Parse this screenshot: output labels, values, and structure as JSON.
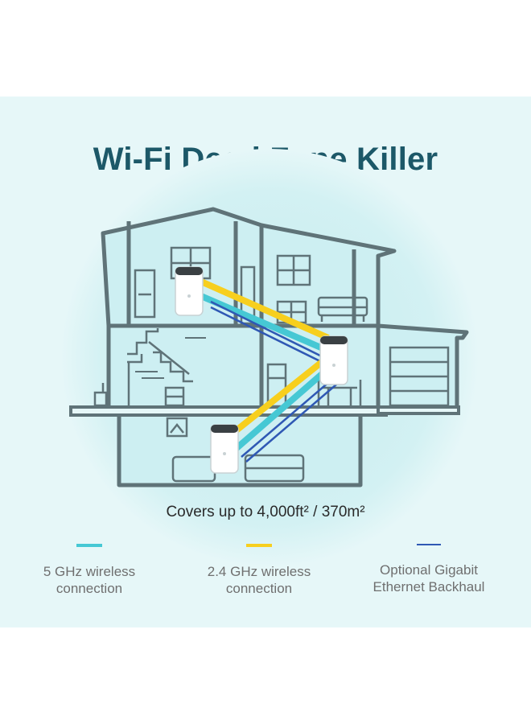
{
  "title": "Wi-Fi Dead Zone Killer",
  "coverage": "Covers up to 4,000ft² / 370m²",
  "legend": [
    {
      "label": "5 GHz wireless\nconnection",
      "color": "#46c8d4"
    },
    {
      "label": "2.4 GHz wireless\nconnection",
      "color": "#f7cf1e"
    },
    {
      "label": "Optional Gigabit\nEthernet Backhaul",
      "color": "#2f58b4"
    }
  ],
  "colors": {
    "background": "#e6f7f8",
    "glow": "#c8eef1",
    "wall": "#5f7378",
    "title": "#1c5868"
  },
  "icons": [
    "house-illustration",
    "deco-router-icon",
    "stairs-icon",
    "bed-icon",
    "dresser-icon",
    "sofa-icon",
    "garage-door-icon",
    "fridge-icon",
    "dining-table-icon",
    "window-icon",
    "door-icon"
  ]
}
